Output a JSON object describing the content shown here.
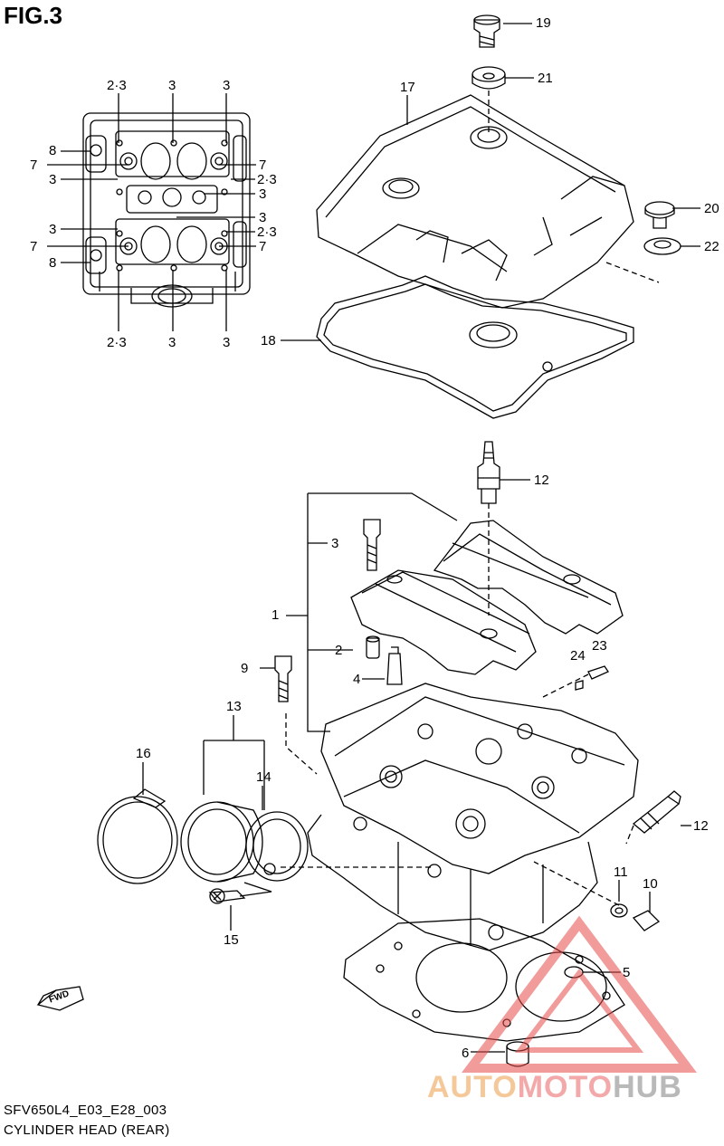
{
  "figure_title": "FIG.3",
  "caption": {
    "code": "SFV650L4_E03_E28_003",
    "title": "CYLINDER HEAD (REAR)"
  },
  "callouts": {
    "c19": "19",
    "c21": "21",
    "c17": "17",
    "c20": "20",
    "c22": "22",
    "c18": "18",
    "c12a": "12",
    "c3": "3",
    "c1": "1",
    "c2": "2",
    "c4": "4",
    "c24": "24",
    "c23": "23",
    "c9": "9",
    "c13": "13",
    "c16": "16",
    "c14": "14",
    "c12b": "12",
    "c11": "11",
    "c10": "10",
    "c15": "15",
    "c5": "5",
    "c6": "6"
  },
  "inset_callouts": {
    "top_a": "2·3",
    "top_b": "3",
    "top_c": "3",
    "l_8a": "8",
    "l_7a": "7",
    "l_3a": "3",
    "l_3b": "3",
    "l_7b": "7",
    "l_8b": "8",
    "r_7a": "7",
    "r_23a": "2·3",
    "r_3a": "3",
    "r_3b": "3",
    "r_23b": "2·3",
    "r_7b": "7",
    "bot_a": "2·3",
    "bot_b": "3",
    "bot_c": "3"
  },
  "fwd_label": "FWD",
  "watermark": {
    "a": "AUTO",
    "m": "MOTO",
    "h": "HUB"
  },
  "colors": {
    "line": "#000000",
    "watermark_red": "#e84a4a",
    "watermark_orange": "#f0a050",
    "watermark_grey": "#9a9a9a"
  }
}
